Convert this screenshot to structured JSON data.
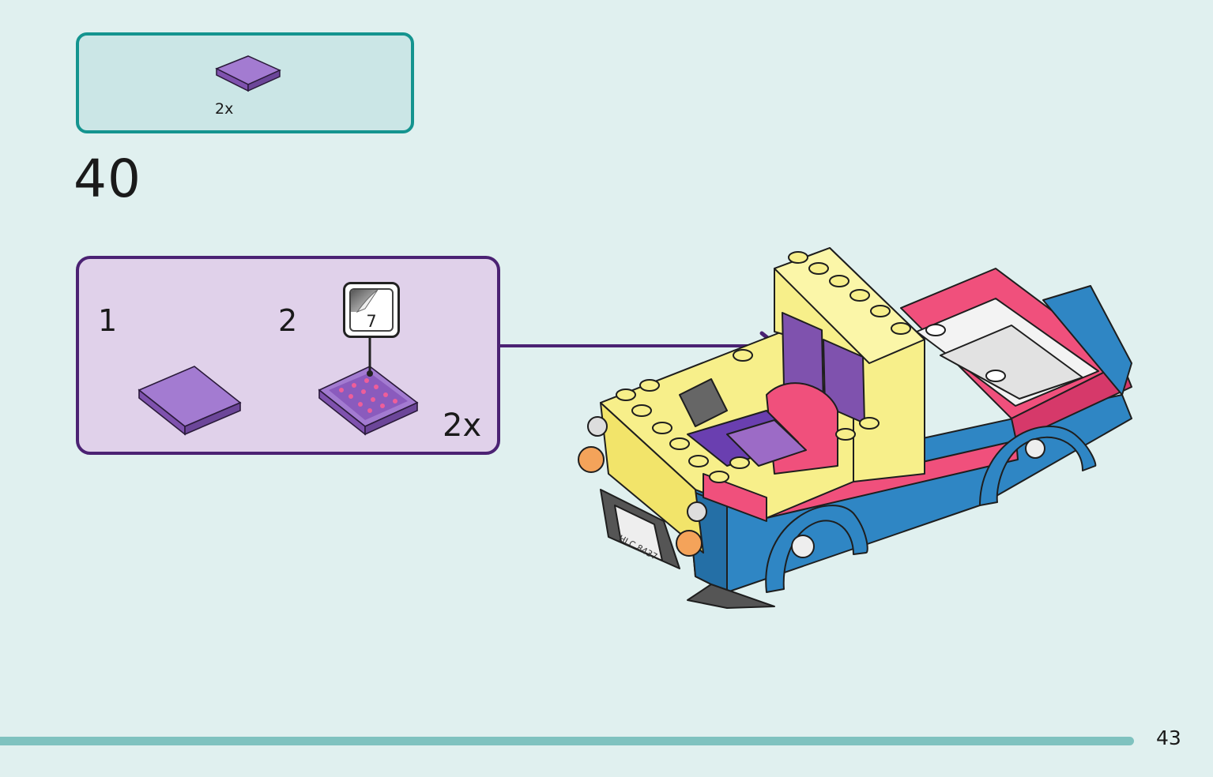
{
  "parts_list": {
    "quantity_label": "2x"
  },
  "step": {
    "number": "40"
  },
  "subassembly": {
    "step_1_label": "1",
    "step_2_label": "2",
    "sticker_number": "7",
    "quantity_label": "2x"
  },
  "vehicle": {
    "license_plate": "HLC 8437"
  },
  "page": {
    "number": "43"
  },
  "colors": {
    "background": "#e0f0ef",
    "parts_box_border": "#14948f",
    "subassembly_border": "#4b2273",
    "brick_purple": "#9c6bc6",
    "brick_yellow": "#f7ef8a",
    "brick_pink": "#f0507c",
    "brick_blue": "#2f86c4",
    "progress_bar": "#7fc2bf"
  }
}
